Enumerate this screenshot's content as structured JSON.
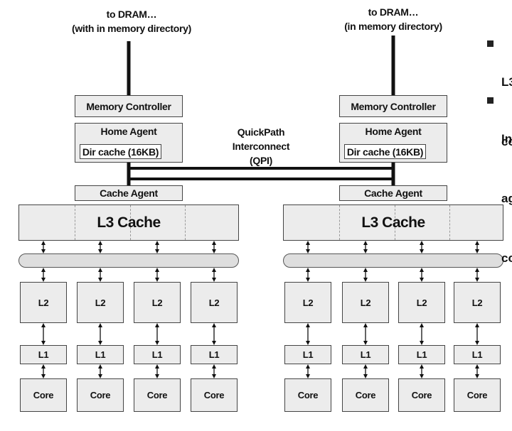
{
  "left_socket": {
    "dram_label": [
      "to DRAM…",
      "(with in memory directory)"
    ],
    "memory_controller": "Memory Controller",
    "home_agent": "Home Agent",
    "dir_cache": "Dir cache (16KB)",
    "cache_agent": "Cache Agent",
    "l3": "L3 Cache",
    "l2": [
      "L2",
      "L2",
      "L2",
      "L2"
    ],
    "l1": [
      "L1",
      "L1",
      "L1",
      "L1"
    ],
    "cores": [
      "Core",
      "Core",
      "Core",
      "Core"
    ]
  },
  "right_socket": {
    "dram_label": [
      "to DRAM…",
      "(in memory directory)"
    ],
    "memory_controller": "Memory Controller",
    "home_agent": "Home Agent",
    "dir_cache": "Dir cache (16KB)",
    "cache_agent": "Cache Agent",
    "l3": "L3 Cache",
    "l2": [
      "L2",
      "L2",
      "L2",
      "L2"
    ],
    "l1": [
      "L1",
      "L1",
      "L1",
      "L1"
    ],
    "cores": [
      "Core",
      "Core",
      "Core",
      "Core"
    ]
  },
  "interconnect": [
    "QuickPath",
    "Interconnect",
    "(QPI)"
  ],
  "side_bullets": [
    [
      "L3",
      "co"
    ],
    [
      "In",
      "ag",
      "co"
    ]
  ]
}
